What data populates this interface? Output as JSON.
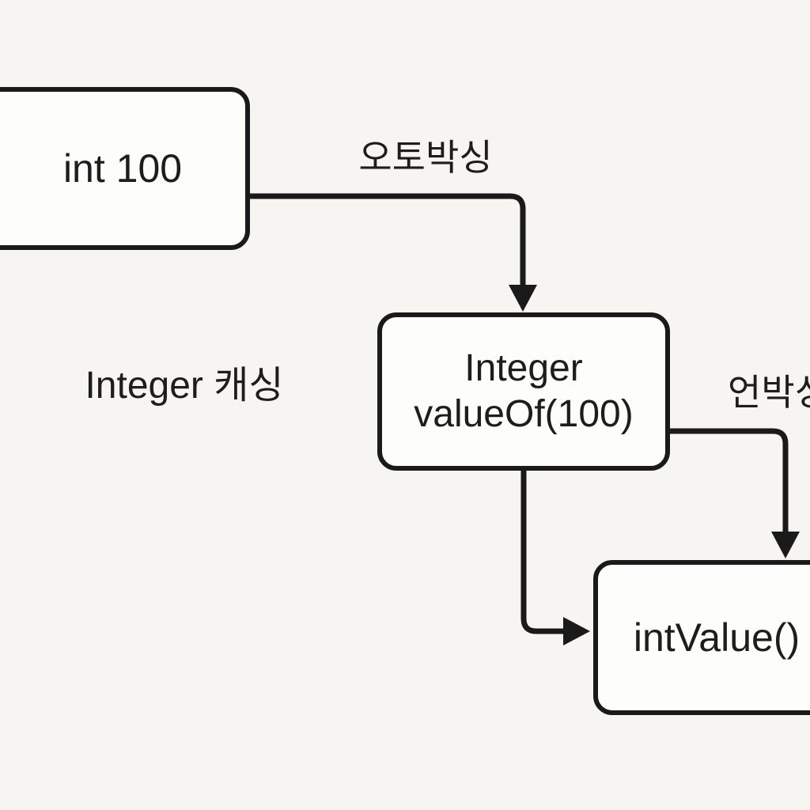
{
  "colors": {
    "background": "#f6f5f2",
    "stroke": "#1a1a1a",
    "node-fill": "#fdfdfb",
    "text": "#1d1d1d"
  },
  "nodes": {
    "int100": {
      "label": "int 100"
    },
    "valueof": {
      "line1": "Integer",
      "line2": "valueOf(100)"
    },
    "intvalue": {
      "label": "intValue()"
    }
  },
  "labels": {
    "autoboxing": "오토박싱",
    "caching": "Integer 캐싱",
    "unboxing": "언박싱"
  }
}
